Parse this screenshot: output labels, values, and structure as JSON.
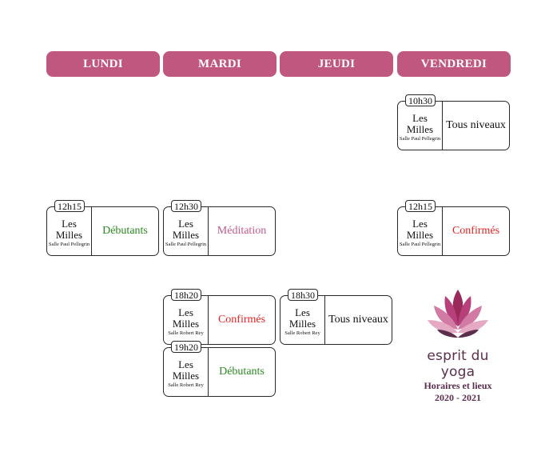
{
  "days": [
    "LUNDI",
    "MARDI",
    "JEUDI",
    "VENDREDI"
  ],
  "classes": {
    "vendredi_1030": {
      "time": "10h30",
      "place": "Les Milles",
      "room": "Salle Paul Pellegrin",
      "level": "Tous niveaux"
    },
    "lundi_1215": {
      "time": "12h15",
      "place": "Les Milles",
      "room": "Salle Paul Pellegrin",
      "level": "Débutants"
    },
    "mardi_1230": {
      "time": "12h30",
      "place": "Les Milles",
      "room": "Salle Paul Pellegrin",
      "level": "Méditation"
    },
    "vendredi_1215": {
      "time": "12h15",
      "place": "Les Milles",
      "room": "Salle Paul Pellegrin",
      "level": "Confirmés"
    },
    "mardi_1820": {
      "time": "18h20",
      "place": "Les Milles",
      "room": "Salle Robert Rey",
      "level": "Confirmés"
    },
    "jeudi_1830": {
      "time": "18h30",
      "place": "Les Milles",
      "room": "Salle Robert Rey",
      "level": "Tous niveaux"
    },
    "mardi_1920": {
      "time": "19h20",
      "place": "Les Milles",
      "room": "Salle Robert Rey",
      "level": "Débutants"
    }
  },
  "brand": {
    "name": "esprit du yoga",
    "subtitle": "Horaires et lieux",
    "season": "2020 - 2021"
  },
  "colors": {
    "header": "#c0577e",
    "debutants": "#2a8a1f",
    "confirmes": "#e32222",
    "meditation": "#c45a8c",
    "brand": "#5b2e4c"
  },
  "icons": {
    "logo": "lotus-logo-icon"
  }
}
